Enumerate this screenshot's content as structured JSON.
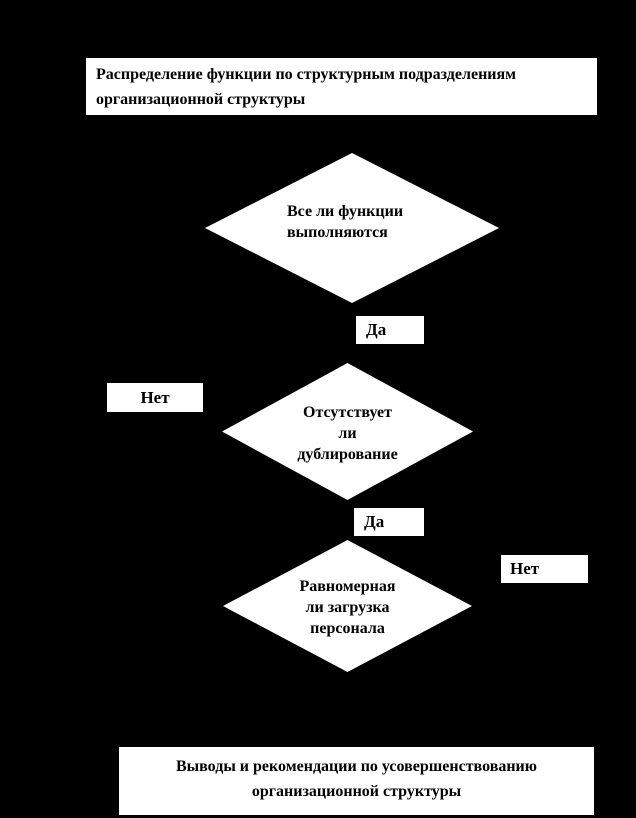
{
  "colors": {
    "background": "#000000",
    "shape_fill": "#ffffff",
    "text": "#000000"
  },
  "flowchart": {
    "title_box": {
      "lines": [
        "Распределение функции по структурным подразделениям",
        "организационной структуры"
      ]
    },
    "decision_functions": {
      "lines": [
        "Все ли функции",
        "выполняются"
      ]
    },
    "yes_label_1": "Да",
    "no_label_left": "Нет",
    "decision_duplication": {
      "lines": [
        "Отсутствует",
        "ли",
        "дублирование"
      ]
    },
    "yes_label_2": "Да",
    "no_label_right": "Нет",
    "decision_workload": {
      "lines": [
        "Равномерная",
        "ли загрузка",
        "персонала"
      ]
    },
    "conclusions_box": {
      "lines": [
        "Выводы и рекомендации по усовершенствованию",
        "организационной структуры"
      ]
    }
  }
}
